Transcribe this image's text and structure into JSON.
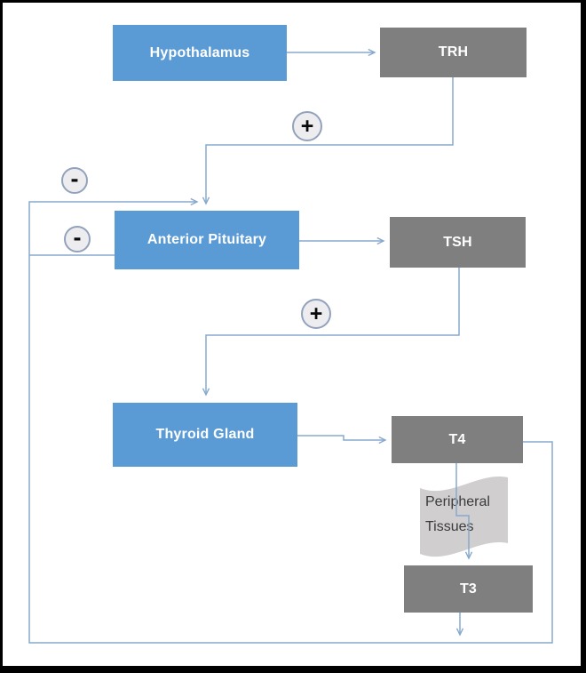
{
  "diagram": {
    "nodes": {
      "hypothalamus": "Hypothalamus",
      "trh": "TRH",
      "anterior_pituitary": "Anterior Pituitary",
      "tsh": "TSH",
      "thyroid_gland": "Thyroid Gland",
      "t4": "T4",
      "t3": "T3",
      "peripheral_tissues": "Peripheral Tissues"
    },
    "signs": {
      "plus_trh_to_pituitary": "+",
      "plus_tsh_to_thyroid": "+",
      "minus_feedback_top": "-",
      "minus_feedback_side": "-"
    },
    "edges": [
      {
        "from": "Hypothalamus",
        "to": "TRH"
      },
      {
        "from": "TRH",
        "to": "Anterior Pituitary",
        "sign": "+"
      },
      {
        "from": "Anterior Pituitary",
        "to": "TSH"
      },
      {
        "from": "TSH",
        "to": "Thyroid Gland",
        "sign": "+"
      },
      {
        "from": "Thyroid Gland",
        "to": "T4"
      },
      {
        "from": "T4",
        "to": "T3",
        "via": "Peripheral Tissues"
      },
      {
        "from": "T4",
        "to": "Anterior Pituitary",
        "sign": "-"
      },
      {
        "from": "T3",
        "to": "Anterior Pituitary",
        "sign": "-"
      }
    ],
    "colors": {
      "node_blue": "#5B9BD5",
      "node_gray": "#7F7F7F",
      "connector_blue": "#87A9CE",
      "badge_fill": "#EDEDF0",
      "badge_border": "#93A2BC",
      "wave_fill": "#D0CECE",
      "wave_text": "#3B3B3B",
      "frame_border": "#000000"
    }
  }
}
